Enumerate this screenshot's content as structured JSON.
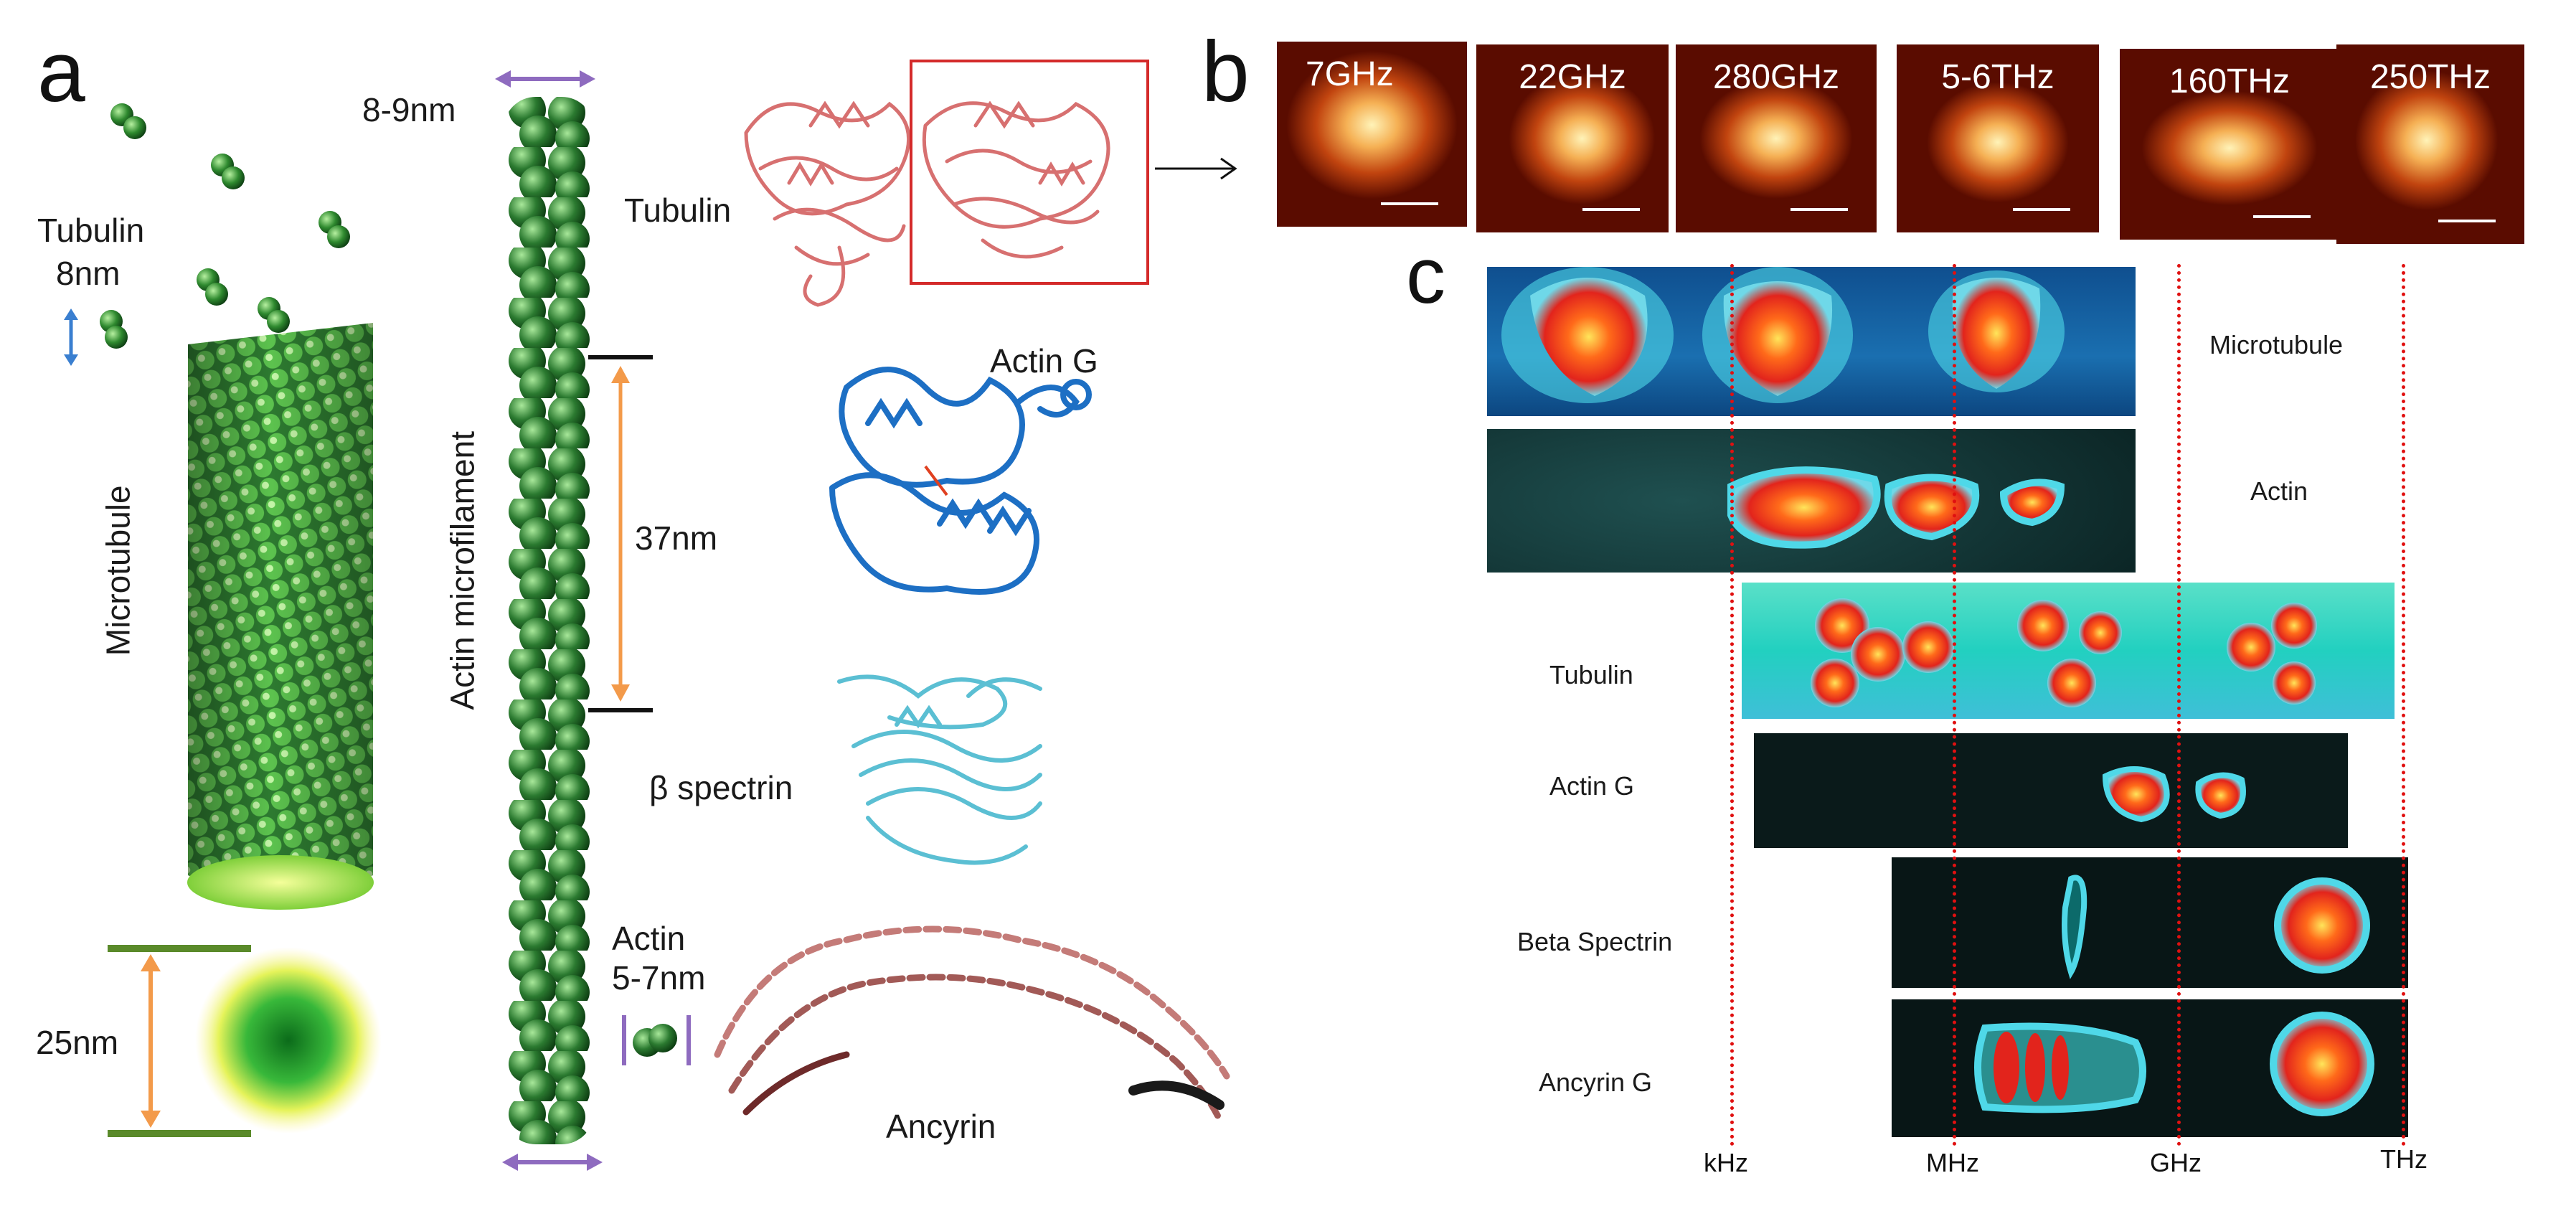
{
  "panel_a": {
    "letter": "a",
    "tubulin_label": "Tubulin",
    "tubulin_size": "8nm",
    "microtubule_label": "Microtubule",
    "microtubule_diameter": "25nm",
    "filament_width": "8-9nm",
    "actin_microfilament_label": "Actin microfilament",
    "period": "37nm",
    "protein_tubulin": "Tubulin",
    "protein_actin_g": "Actin G",
    "protein_beta_spectrin": "β spectrin",
    "actin_label": "Actin",
    "actin_size": "5-7nm",
    "protein_ancyrin": "Ancyrin"
  },
  "panel_b": {
    "letter": "b",
    "tiles": [
      "7GHz",
      "22GHz",
      "280GHz",
      "5-6THz",
      "160THz",
      "250THz"
    ]
  },
  "panel_c": {
    "letter": "c",
    "rows": [
      {
        "label": "Microtubule"
      },
      {
        "label": "Actin"
      },
      {
        "label": "Tubulin"
      },
      {
        "label": "Actin G"
      },
      {
        "label": "Beta Spectrin"
      },
      {
        "label": "Ancyrin G"
      }
    ],
    "axis": [
      "kHz",
      "MHz",
      "GHz",
      "THz"
    ]
  },
  "colors": {
    "accent_purple": "#8e6bbf",
    "accent_orange": "#f39a4a",
    "marker_red": "#e01010",
    "tubulin_model": "#d77070",
    "actin_model": "#1d6fc4",
    "spectrin_model": "#5bbfd3",
    "ancyrin_model": "#b85b5b"
  }
}
